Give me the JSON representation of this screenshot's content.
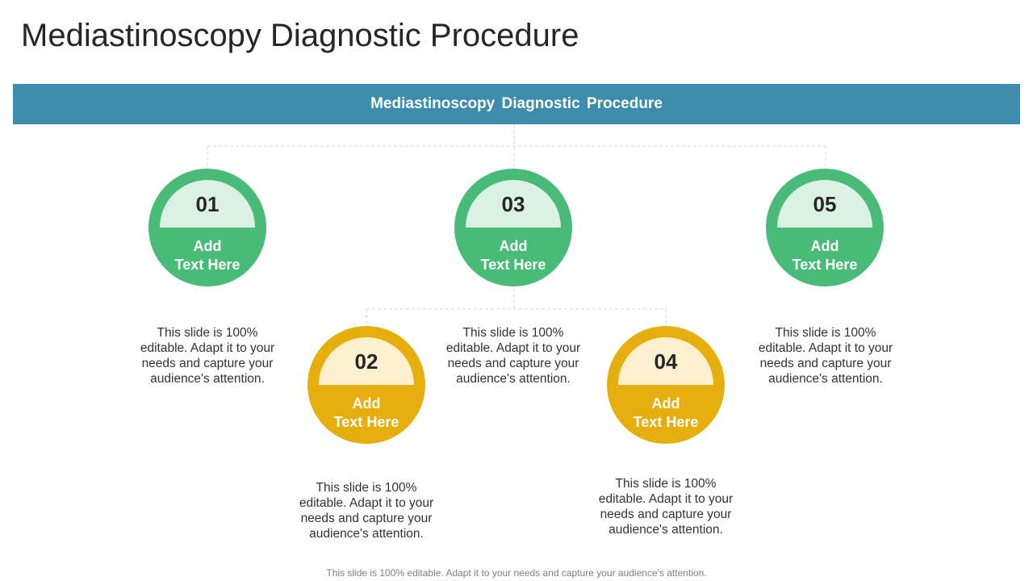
{
  "title": "Mediastinoscopy Diagnostic Procedure",
  "banner": {
    "text": "Mediastinoscopy Diagnostic Procedure"
  },
  "colors": {
    "banner": "#3b8cad",
    "green": "#49bb78",
    "green_cap": "#dbf1e4",
    "gold": "#e7af0d",
    "gold_cap": "#fcf0cf"
  },
  "nodes": [
    {
      "number": "01",
      "label_line1": "Add",
      "label_line2": "Text Here",
      "color": "green",
      "description": "This slide is 100% editable. Adapt it to your needs and capture your audience's attention."
    },
    {
      "number": "02",
      "label_line1": "Add",
      "label_line2": "Text Here",
      "color": "gold",
      "description": "This slide is 100% editable. Adapt it to your needs and capture your audience's attention."
    },
    {
      "number": "03",
      "label_line1": "Add",
      "label_line2": "Text Here",
      "color": "green",
      "description": "This slide is 100% editable. Adapt it to your needs and capture your audience's attention."
    },
    {
      "number": "04",
      "label_line1": "Add",
      "label_line2": "Text Here",
      "color": "gold",
      "description": "This slide is 100% editable. Adapt it to your needs and capture your audience's attention."
    },
    {
      "number": "05",
      "label_line1": "Add",
      "label_line2": "Text Here",
      "color": "green",
      "description": "This slide is 100% editable. Adapt it to your needs and capture your audience's attention."
    }
  ],
  "footer": "This slide is 100% editable. Adapt it to your needs and capture your audience's attention."
}
